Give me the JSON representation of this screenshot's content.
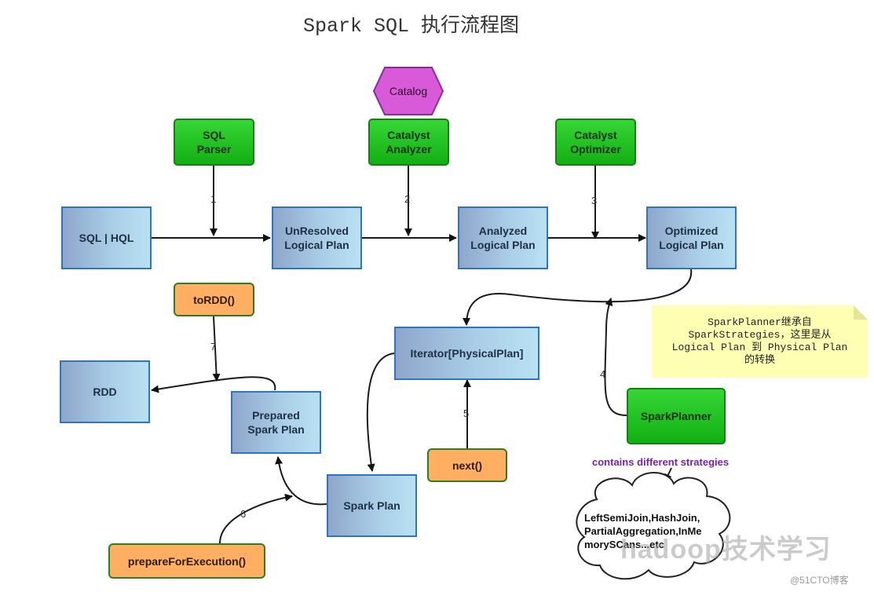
{
  "title": "Spark SQL 执行流程图",
  "nodes": {
    "catalog": "Catalog",
    "sql_parser": "SQL\nParser",
    "catalyst_analyzer": "Catalyst\nAnalyzer",
    "catalyst_optimizer": "Catalyst\nOptimizer",
    "sql_hql": "SQL | HQL",
    "unresolved": "UnResolved\nLogical Plan",
    "analyzed": "Analyzed\nLogical Plan",
    "optimized": "Optimized\nLogical Plan",
    "to_rdd": "toRDD()",
    "rdd": "RDD",
    "iterator": "Iterator[PhysicalPlan]",
    "prepared": "Prepared\nSpark Plan",
    "spark_plan": "Spark Plan",
    "next": "next()",
    "spark_planner": "SparkPlanner",
    "prepare_for_execution": "prepareForExecution()"
  },
  "edge_labels": [
    "1",
    "2",
    "3",
    "4",
    "5",
    "6",
    "7"
  ],
  "note": "SparkPlanner继承自\nSparkStrategies，这里是从\nLogical Plan 到 Physical Plan\n的转换",
  "strategies_label": "contains different strategies",
  "cloud_text": "LeftSemiJoin,HashJoin,\nPartialAggregation,InMe\nmorySCans...etc",
  "watermark": "hadoop技术学习",
  "credit": "@51CTO博客",
  "colors": {
    "blue_fill": "#a9cde7",
    "blue_border": "#2f74c0",
    "green_fill": "#22c322",
    "orange_fill": "#ffae62",
    "catalog_fill": "#d64bd6",
    "note_fill": "#ffffb4",
    "strategies_text": "#7a1fb5"
  }
}
